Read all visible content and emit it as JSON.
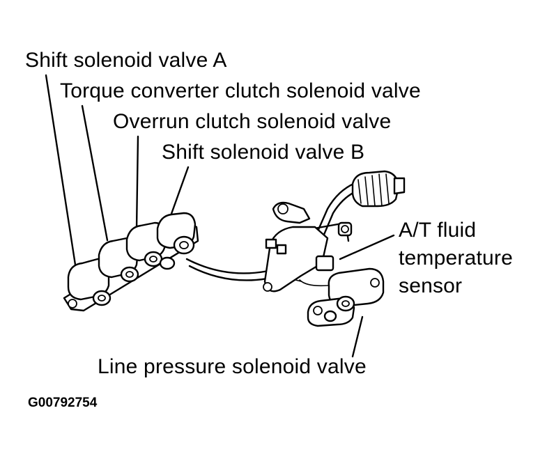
{
  "labels": {
    "shift_solenoid_a": "Shift solenoid valve A",
    "torque_converter": "Torque converter clutch solenoid valve",
    "overrun_clutch": "Overrun clutch solenoid valve",
    "shift_solenoid_b": "Shift solenoid valve B",
    "fluid_temp_line1": "A/T fluid",
    "fluid_temp_line2": "temperature",
    "fluid_temp_line3": "sensor",
    "line_pressure": "Line pressure solenoid valve"
  },
  "figure_code": "G00792754",
  "colors": {
    "ink": "#000000",
    "background": "#ffffff"
  }
}
